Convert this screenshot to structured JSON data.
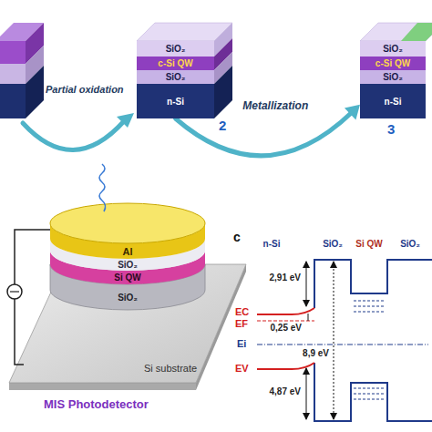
{
  "diagram": {
    "nodes": [
      {
        "text": [
          "2"
        ]
      },
      {
        "text": [
          "SiO₂"
        ],
        "in": 0
      },
      {
        "text": [
          "c-Si QW"
        ],
        "in": 0
      },
      {
        "text": [
          "SiO₂"
        ],
        "in": 0
      },
      {
        "text": [
          "n-Si"
        ],
        "in": 0
      },
      {
        "text": [
          "3"
        ]
      },
      {
        "text": [
          "SiO₂"
        ],
        "in": 5
      },
      {
        "text": [
          "c-Si QW"
        ],
        "in": 5
      },
      {
        "text": [
          "SiO₂"
        ],
        "in": 5
      },
      {
        "text": [
          "n-Si"
        ],
        "in": 5
      },
      {
        "text": [
          "Si substrate"
        ]
      },
      {
        "text": [
          "Al"
        ]
      },
      {
        "text": [
          "SiO₂"
        ]
      },
      {
        "text": [
          "Si QW"
        ]
      },
      {
        "text": [
          "SiO₂"
        ]
      }
    ],
    "edges": [
      {
        "from": 0,
        "to": 5,
        "arrow": "to",
        "label": "Metallization"
      }
    ],
    "labels": [
      "Partial oxidation",
      "MIS Photodetector",
      "c",
      "n-Si",
      "SiO₂",
      "Si QW",
      "SiO₂",
      "2,91 eV",
      "0,25 eV",
      "8,9 eV",
      "4,87 eV",
      "EC",
      "EF",
      "Ei",
      "EV"
    ]
  }
}
